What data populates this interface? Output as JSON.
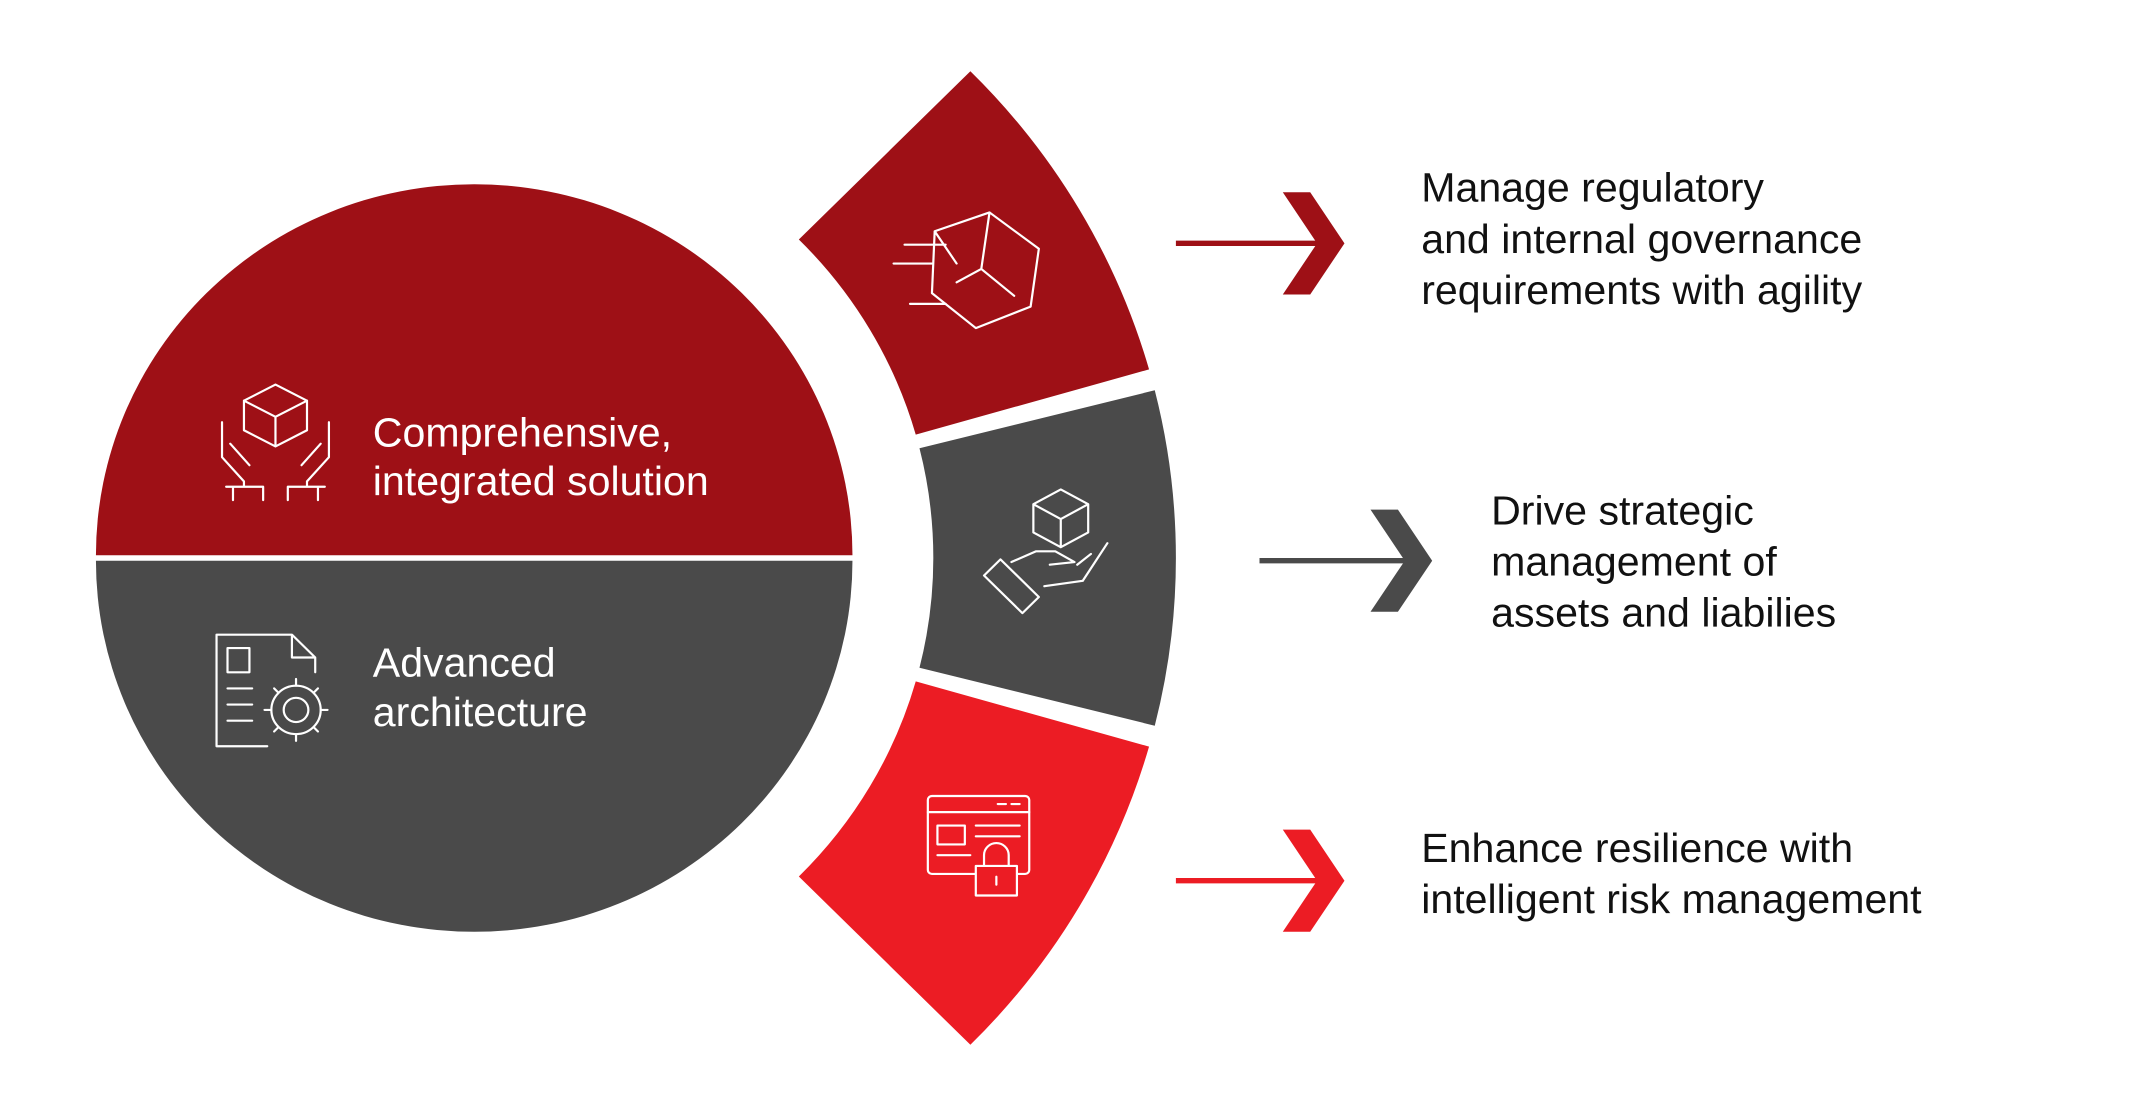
{
  "colors": {
    "dark_red": "#9e1016",
    "grey": "#4a4a4a",
    "bright_red": "#ec1c24",
    "text": "#111111"
  },
  "circle": {
    "top": {
      "lines": [
        "Comprehensive,",
        "integrated solution"
      ],
      "icon": "hands-holding-cube-icon"
    },
    "bottom": {
      "lines": [
        "Advanced",
        "architecture"
      ],
      "icon": "document-gear-icon"
    }
  },
  "segments": [
    {
      "icon": "moving-cube-icon",
      "text": [
        "Manage regulatory",
        "and internal governance",
        "requirements with agility"
      ]
    },
    {
      "icon": "hand-offering-cube-icon",
      "text": [
        "Drive strategic",
        "management of",
        "assets and liabilies"
      ]
    },
    {
      "icon": "locked-browser-icon",
      "text": [
        "Enhance resilience with",
        "intelligent risk management"
      ]
    }
  ]
}
